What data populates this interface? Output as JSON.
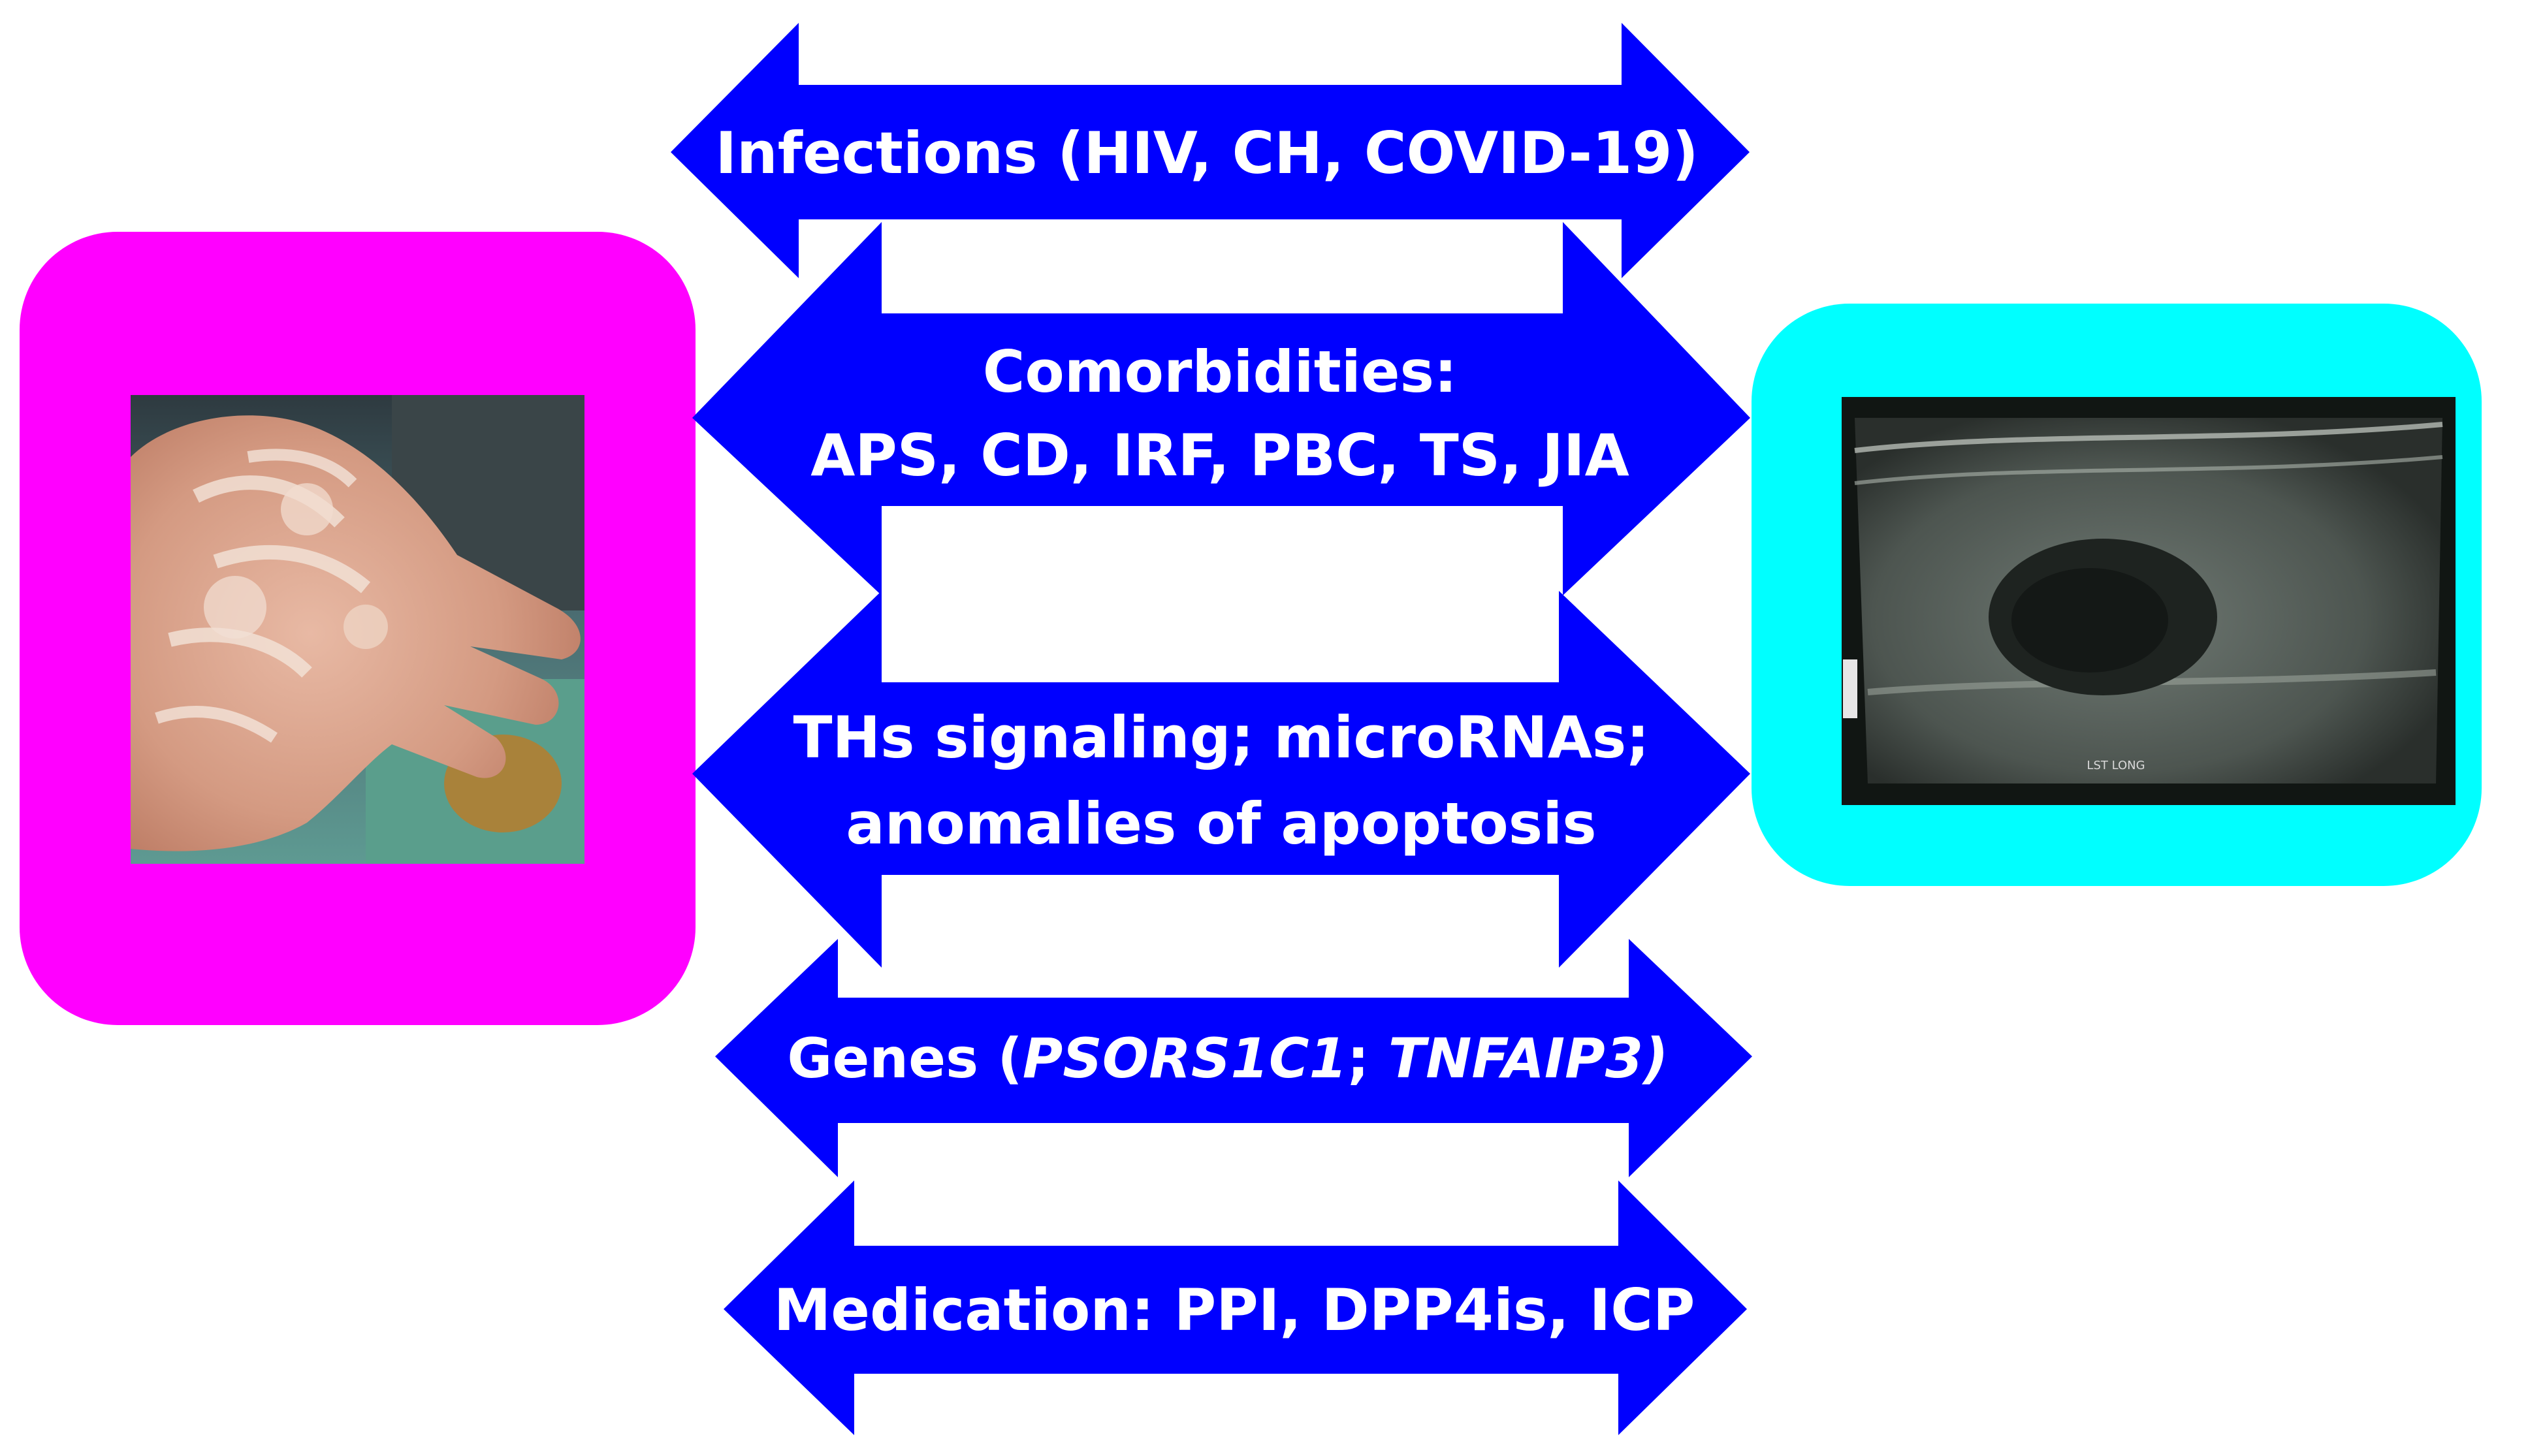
{
  "colors": {
    "arrow": "#0000ff",
    "left_frame": "#ff00ff",
    "right_frame": "#00ffff",
    "text": "#ffffff"
  },
  "images": {
    "left": "photo of a palm with scaly skin lesions",
    "right": "thyroid ultrasound image",
    "ultrasound_label": "LST LONG"
  },
  "arrows": [
    {
      "lines": [
        {
          "text": "Infections (HIV, CH, COVID-19)"
        }
      ]
    },
    {
      "lines": [
        {
          "text": "Comorbidities:"
        },
        {
          "text": "APS, CD, IRF, PBC, TS, JIA"
        }
      ]
    },
    {
      "lines": [
        {
          "text": "THs signaling;  microRNAs;"
        },
        {
          "text": "anomalies of apoptosis"
        }
      ]
    },
    {
      "lines": [
        {
          "prefix": "Genes (",
          "gene1": "PSORS1C1",
          "sep": "; ",
          "gene2": "TNFAIP3)"
        }
      ]
    },
    {
      "lines": [
        {
          "text": "Medication: PPI, DPP4is, ICP"
        }
      ]
    }
  ]
}
